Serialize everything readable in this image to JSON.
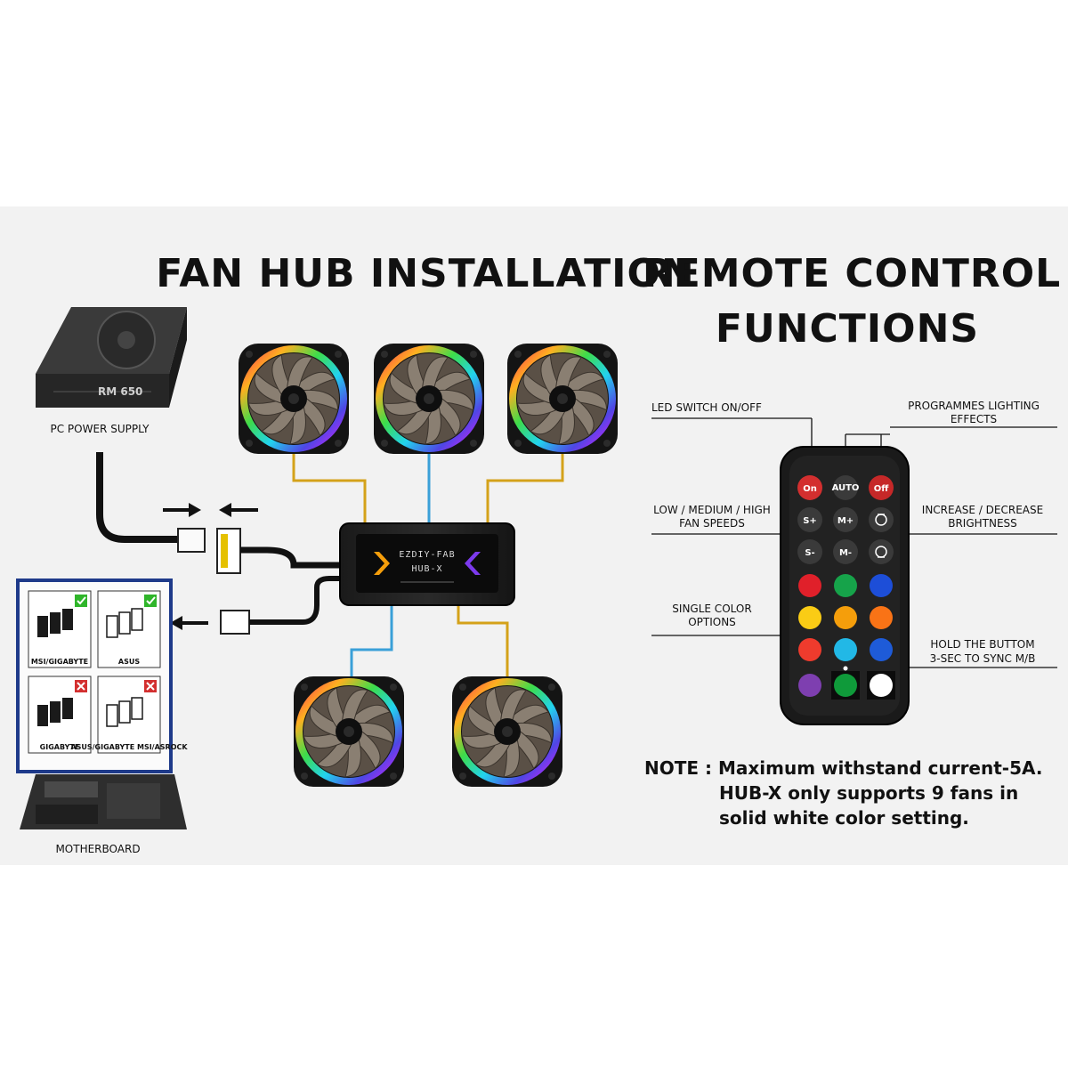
{
  "titles": {
    "left": "FAN HUB INSTALLATION",
    "right_line1": "REMOTE CONTROL",
    "right_line2": "FUNCTIONS"
  },
  "psu": {
    "label": "PC POWER SUPPLY",
    "model_badge": "RM 650"
  },
  "motherboard": {
    "label": "MOTHERBOARD",
    "headers": [
      {
        "name": "MSI/GIGABYTE",
        "status": "compatible"
      },
      {
        "name": "ASUS",
        "status": "compatible"
      },
      {
        "name": "GIGABYTE",
        "status": "incompatible"
      },
      {
        "name": "ASUS/GIGABYTE\nMSI/ASROCK",
        "status": "incompatible"
      }
    ]
  },
  "hub": {
    "line1": "EZDIY-FAB",
    "line2": "HUB-X"
  },
  "remote": {
    "callouts": {
      "led_switch": "LED SWITCH ON/OFF",
      "programmes_line1": "PROGRAMMES LIGHTING",
      "programmes_line2": "EFFECTS",
      "speeds_line1": "LOW / MEDIUM / HIGH",
      "speeds_line2": "FAN SPEEDS",
      "brightness_line1": "INCREASE / DECREASE",
      "brightness_line2": "BRIGHTNESS",
      "single_line1": "SINGLE COLOR",
      "single_line2": "OPTIONS",
      "hold_line1": "HOLD THE BUTTOM",
      "hold_line2": "3-SEC TO SYNC M/B"
    },
    "buttons": {
      "on": "On",
      "auto": "AUTO",
      "off": "Off",
      "s_plus": "S+",
      "m_plus": "M+",
      "s_minus": "S-",
      "m_minus": "M-"
    },
    "colors": [
      "#e0202a",
      "#16a34a",
      "#1d4ed8",
      "#facc15",
      "#f59e0b",
      "#f97316",
      "#ef3b2d",
      "#22b8e6",
      "#1e5bd8",
      "#7e3fb0",
      "#0f9a3a",
      "#ffffff"
    ]
  },
  "note": {
    "line1": "NOTE : Maximum withstand current-5A.",
    "line2": "HUB-X only supports 9 fans in",
    "line3": "solid white color setting."
  }
}
